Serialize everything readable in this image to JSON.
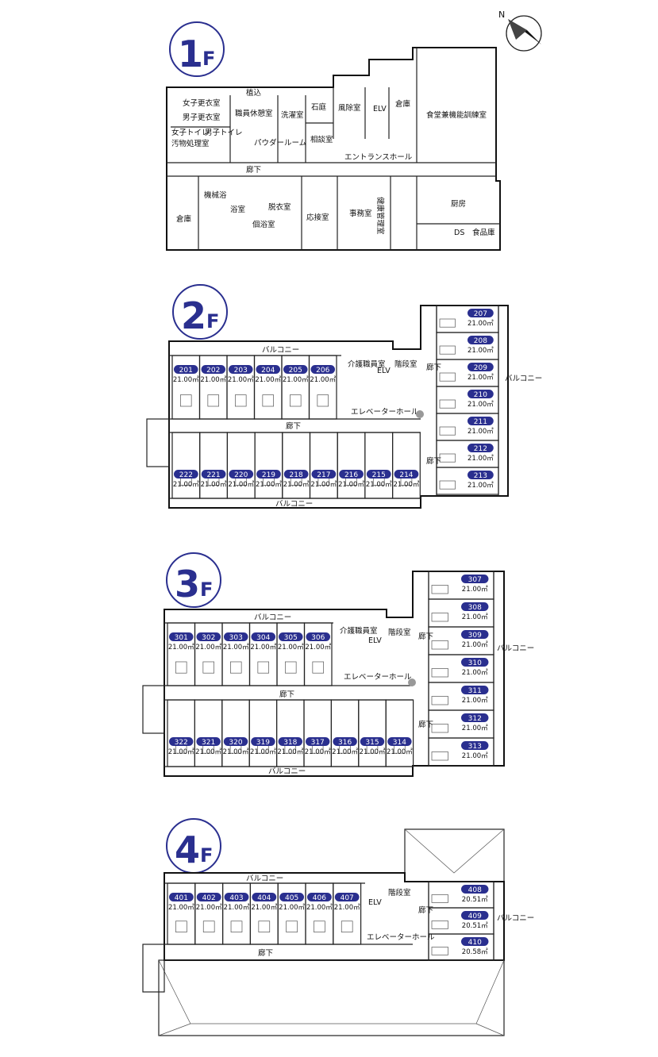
{
  "compass": {
    "label": "N"
  },
  "floors": [
    {
      "id": "1f",
      "label_num": "1",
      "label_unit": "F",
      "rooms": [
        "女子更衣室",
        "男子更衣室",
        "職員休憩室",
        "洗濯室",
        "石庭",
        "風除室",
        "倉庫",
        "食堂兼機能訓練室",
        "パウダールーム",
        "相談室",
        "エントランスホール",
        "廊下",
        "機械浴",
        "浴室",
        "脱衣室",
        "個浴室",
        "応接室",
        "事務室",
        "健康管理室",
        "厨房",
        "倉庫",
        "DS",
        "食品庫",
        "植込",
        "ELV",
        "女子トイレ",
        "男子トイレ",
        "汚物処理室"
      ]
    },
    {
      "id": "2f",
      "label_num": "2",
      "label_unit": "F",
      "labels": {
        "balcony_top": "バルコニー",
        "balcony_bottom": "バルコニー",
        "balcony_right": "バルコニー",
        "corridor": "廊下",
        "corridor_v1": "廊下",
        "corridor_v2": "廊下",
        "elevator_hall": "エレベーターホール",
        "care_staff": "介護職員室",
        "stairs": "階段室",
        "elv": "ELV"
      },
      "top_rooms": [
        {
          "no": "201",
          "area": "21.00㎡"
        },
        {
          "no": "202",
          "area": "21.00㎡"
        },
        {
          "no": "203",
          "area": "21.00㎡"
        },
        {
          "no": "204",
          "area": "21.00㎡"
        },
        {
          "no": "205",
          "area": "21.00㎡"
        },
        {
          "no": "206",
          "area": "21.00㎡"
        }
      ],
      "bottom_rooms": [
        {
          "no": "222",
          "area": "21.00㎡"
        },
        {
          "no": "221",
          "area": "21.00㎡"
        },
        {
          "no": "220",
          "area": "21.00㎡"
        },
        {
          "no": "219",
          "area": "21.00㎡"
        },
        {
          "no": "218",
          "area": "21.00㎡"
        },
        {
          "no": "217",
          "area": "21.00㎡"
        },
        {
          "no": "216",
          "area": "21.00㎡"
        },
        {
          "no": "215",
          "area": "21.00㎡"
        },
        {
          "no": "214",
          "area": "21.00㎡"
        }
      ],
      "right_rooms": [
        {
          "no": "207",
          "area": "21.00㎡"
        },
        {
          "no": "208",
          "area": "21.00㎡"
        },
        {
          "no": "209",
          "area": "21.00㎡"
        },
        {
          "no": "210",
          "area": "21.00㎡"
        },
        {
          "no": "211",
          "area": "21.00㎡"
        },
        {
          "no": "212",
          "area": "21.00㎡"
        },
        {
          "no": "213",
          "area": "21.00㎡"
        }
      ]
    },
    {
      "id": "3f",
      "label_num": "3",
      "label_unit": "F",
      "labels": {
        "balcony_top": "バルコニー",
        "balcony_bottom": "バルコニー",
        "balcony_right": "バルコニー",
        "corridor": "廊下",
        "corridor_v1": "廊下",
        "corridor_v2": "廊下",
        "elevator_hall": "エレベーターホール",
        "care_staff": "介護職員室",
        "stairs": "階段室",
        "elv": "ELV"
      },
      "top_rooms": [
        {
          "no": "301",
          "area": "21.00㎡"
        },
        {
          "no": "302",
          "area": "21.00㎡"
        },
        {
          "no": "303",
          "area": "21.00㎡"
        },
        {
          "no": "304",
          "area": "21.00㎡"
        },
        {
          "no": "305",
          "area": "21.00㎡"
        },
        {
          "no": "306",
          "area": "21.00㎡"
        }
      ],
      "bottom_rooms": [
        {
          "no": "322",
          "area": "21.00㎡"
        },
        {
          "no": "321",
          "area": "21.00㎡"
        },
        {
          "no": "320",
          "area": "21.00㎡"
        },
        {
          "no": "319",
          "area": "21.00㎡"
        },
        {
          "no": "318",
          "area": "21.00㎡"
        },
        {
          "no": "317",
          "area": "21.00㎡"
        },
        {
          "no": "316",
          "area": "21.00㎡"
        },
        {
          "no": "315",
          "area": "21.00㎡"
        },
        {
          "no": "314",
          "area": "21.00㎡"
        }
      ],
      "right_rooms": [
        {
          "no": "307",
          "area": "21.00㎡"
        },
        {
          "no": "308",
          "area": "21.00㎡"
        },
        {
          "no": "309",
          "area": "21.00㎡"
        },
        {
          "no": "310",
          "area": "21.00㎡"
        },
        {
          "no": "311",
          "area": "21.00㎡"
        },
        {
          "no": "312",
          "area": "21.00㎡"
        },
        {
          "no": "313",
          "area": "21.00㎡"
        }
      ]
    },
    {
      "id": "4f",
      "label_num": "4",
      "label_unit": "F",
      "labels": {
        "balcony_top": "バルコニー",
        "balcony_right": "バルコニー",
        "corridor": "廊下",
        "corridor_v": "廊下",
        "elevator_hall": "エレベーターホール",
        "stairs": "階段室",
        "elv": "ELV"
      },
      "top_rooms": [
        {
          "no": "401",
          "area": "21.00㎡"
        },
        {
          "no": "402",
          "area": "21.00㎡"
        },
        {
          "no": "403",
          "area": "21.00㎡"
        },
        {
          "no": "404",
          "area": "21.00㎡"
        },
        {
          "no": "405",
          "area": "21.00㎡"
        },
        {
          "no": "406",
          "area": "21.00㎡"
        },
        {
          "no": "407",
          "area": "21.00㎡"
        }
      ],
      "right_rooms": [
        {
          "no": "408",
          "area": "20.51㎡"
        },
        {
          "no": "409",
          "area": "20.51㎡"
        },
        {
          "no": "410",
          "area": "20.58㎡"
        }
      ]
    }
  ]
}
